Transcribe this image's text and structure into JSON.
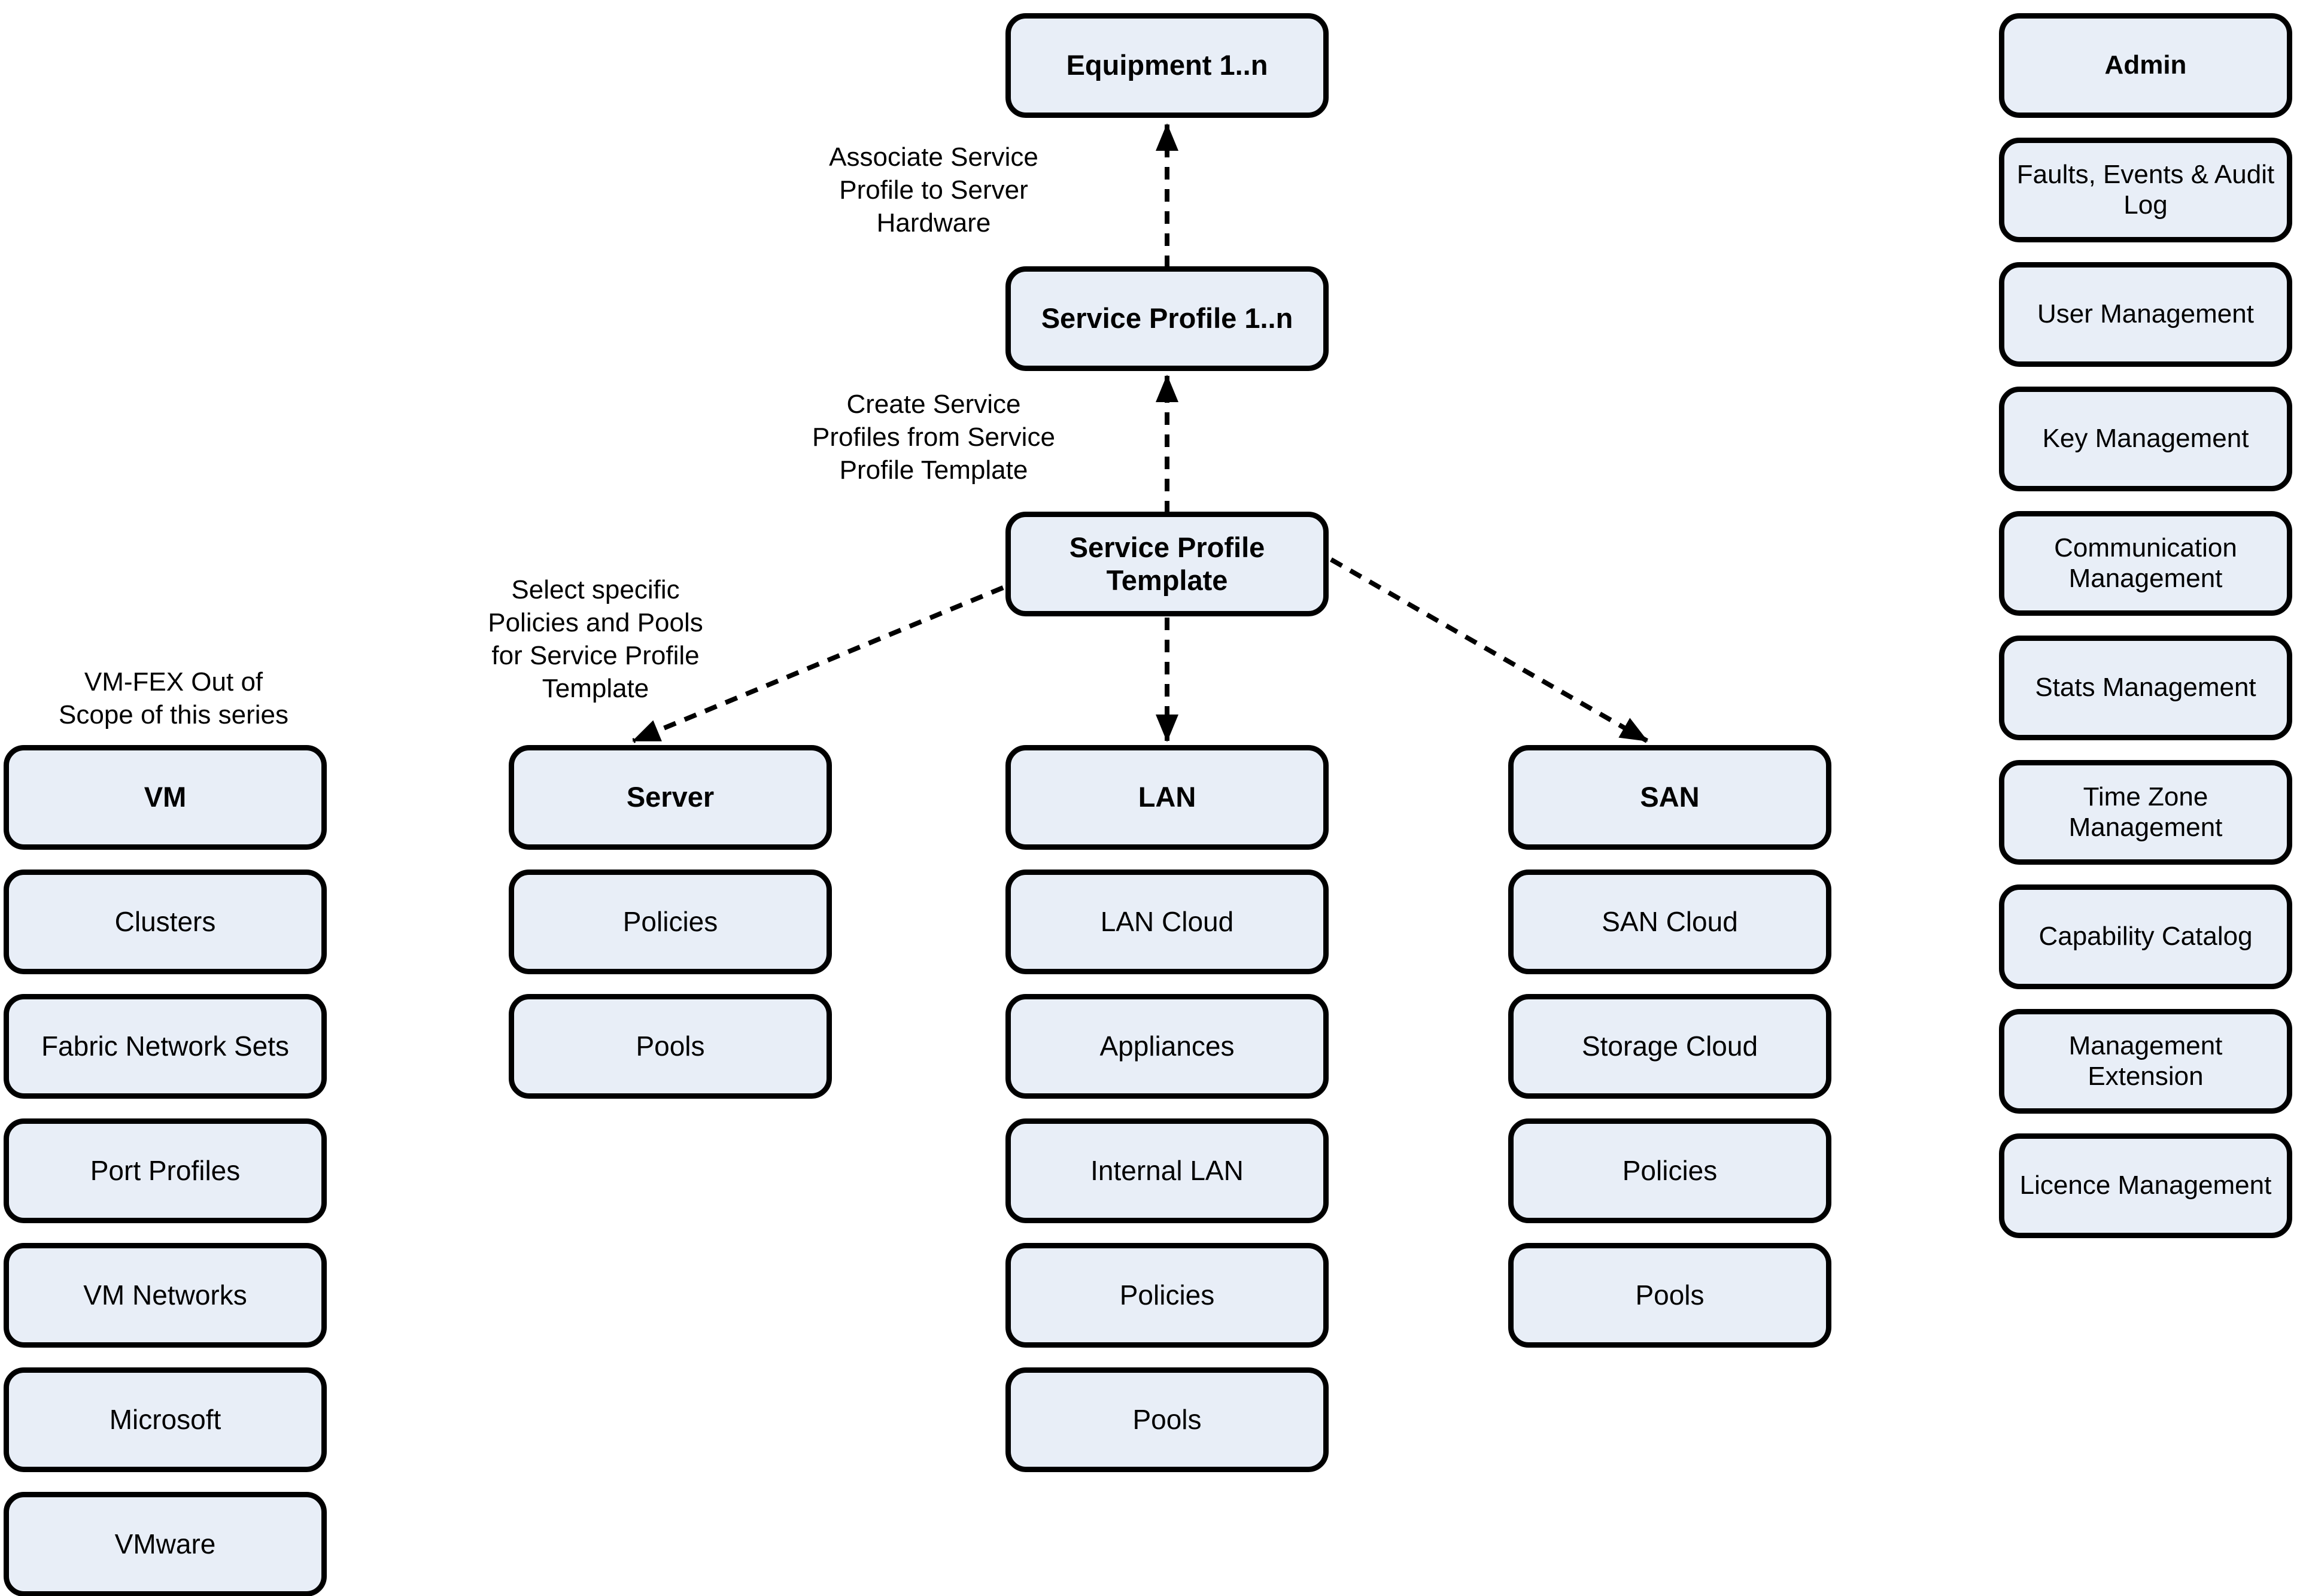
{
  "colors": {
    "box_fill": "#E8EEF7",
    "box_border": "#000000",
    "background": "#FFFFFF",
    "arrow": "#000000"
  },
  "chain": {
    "equipment": "Equipment 1..n",
    "service_profile": "Service Profile 1..n",
    "service_profile_template": "Service Profile\nTemplate"
  },
  "annotations": {
    "associate": "Associate Service\nProfile to Server\nHardware",
    "create": "Create Service\nProfiles from Service\nProfile Template",
    "select": "Select specific\nPolicies and Pools\nfor Service Profile\nTemplate",
    "vmfex": "VM-FEX Out of\nScope of this series"
  },
  "columns": {
    "vm": {
      "header": "VM",
      "items": [
        "Clusters",
        "Fabric Network Sets",
        "Port Profiles",
        "VM Networks",
        "Microsoft",
        "VMware"
      ]
    },
    "server": {
      "header": "Server",
      "items": [
        "Policies",
        "Pools"
      ]
    },
    "lan": {
      "header": "LAN",
      "items": [
        "LAN Cloud",
        "Appliances",
        "Internal LAN",
        "Policies",
        "Pools"
      ]
    },
    "san": {
      "header": "SAN",
      "items": [
        "SAN Cloud",
        "Storage Cloud",
        "Policies",
        "Pools"
      ]
    },
    "admin": {
      "header": "Admin",
      "items": [
        "Faults, Events & Audit\nLog",
        "User Management",
        "Key Management",
        "Communication\nManagement",
        "Stats Management",
        "Time Zone\nManagement",
        "Capability Catalog",
        "Management\nExtension",
        "Licence Management"
      ]
    }
  }
}
